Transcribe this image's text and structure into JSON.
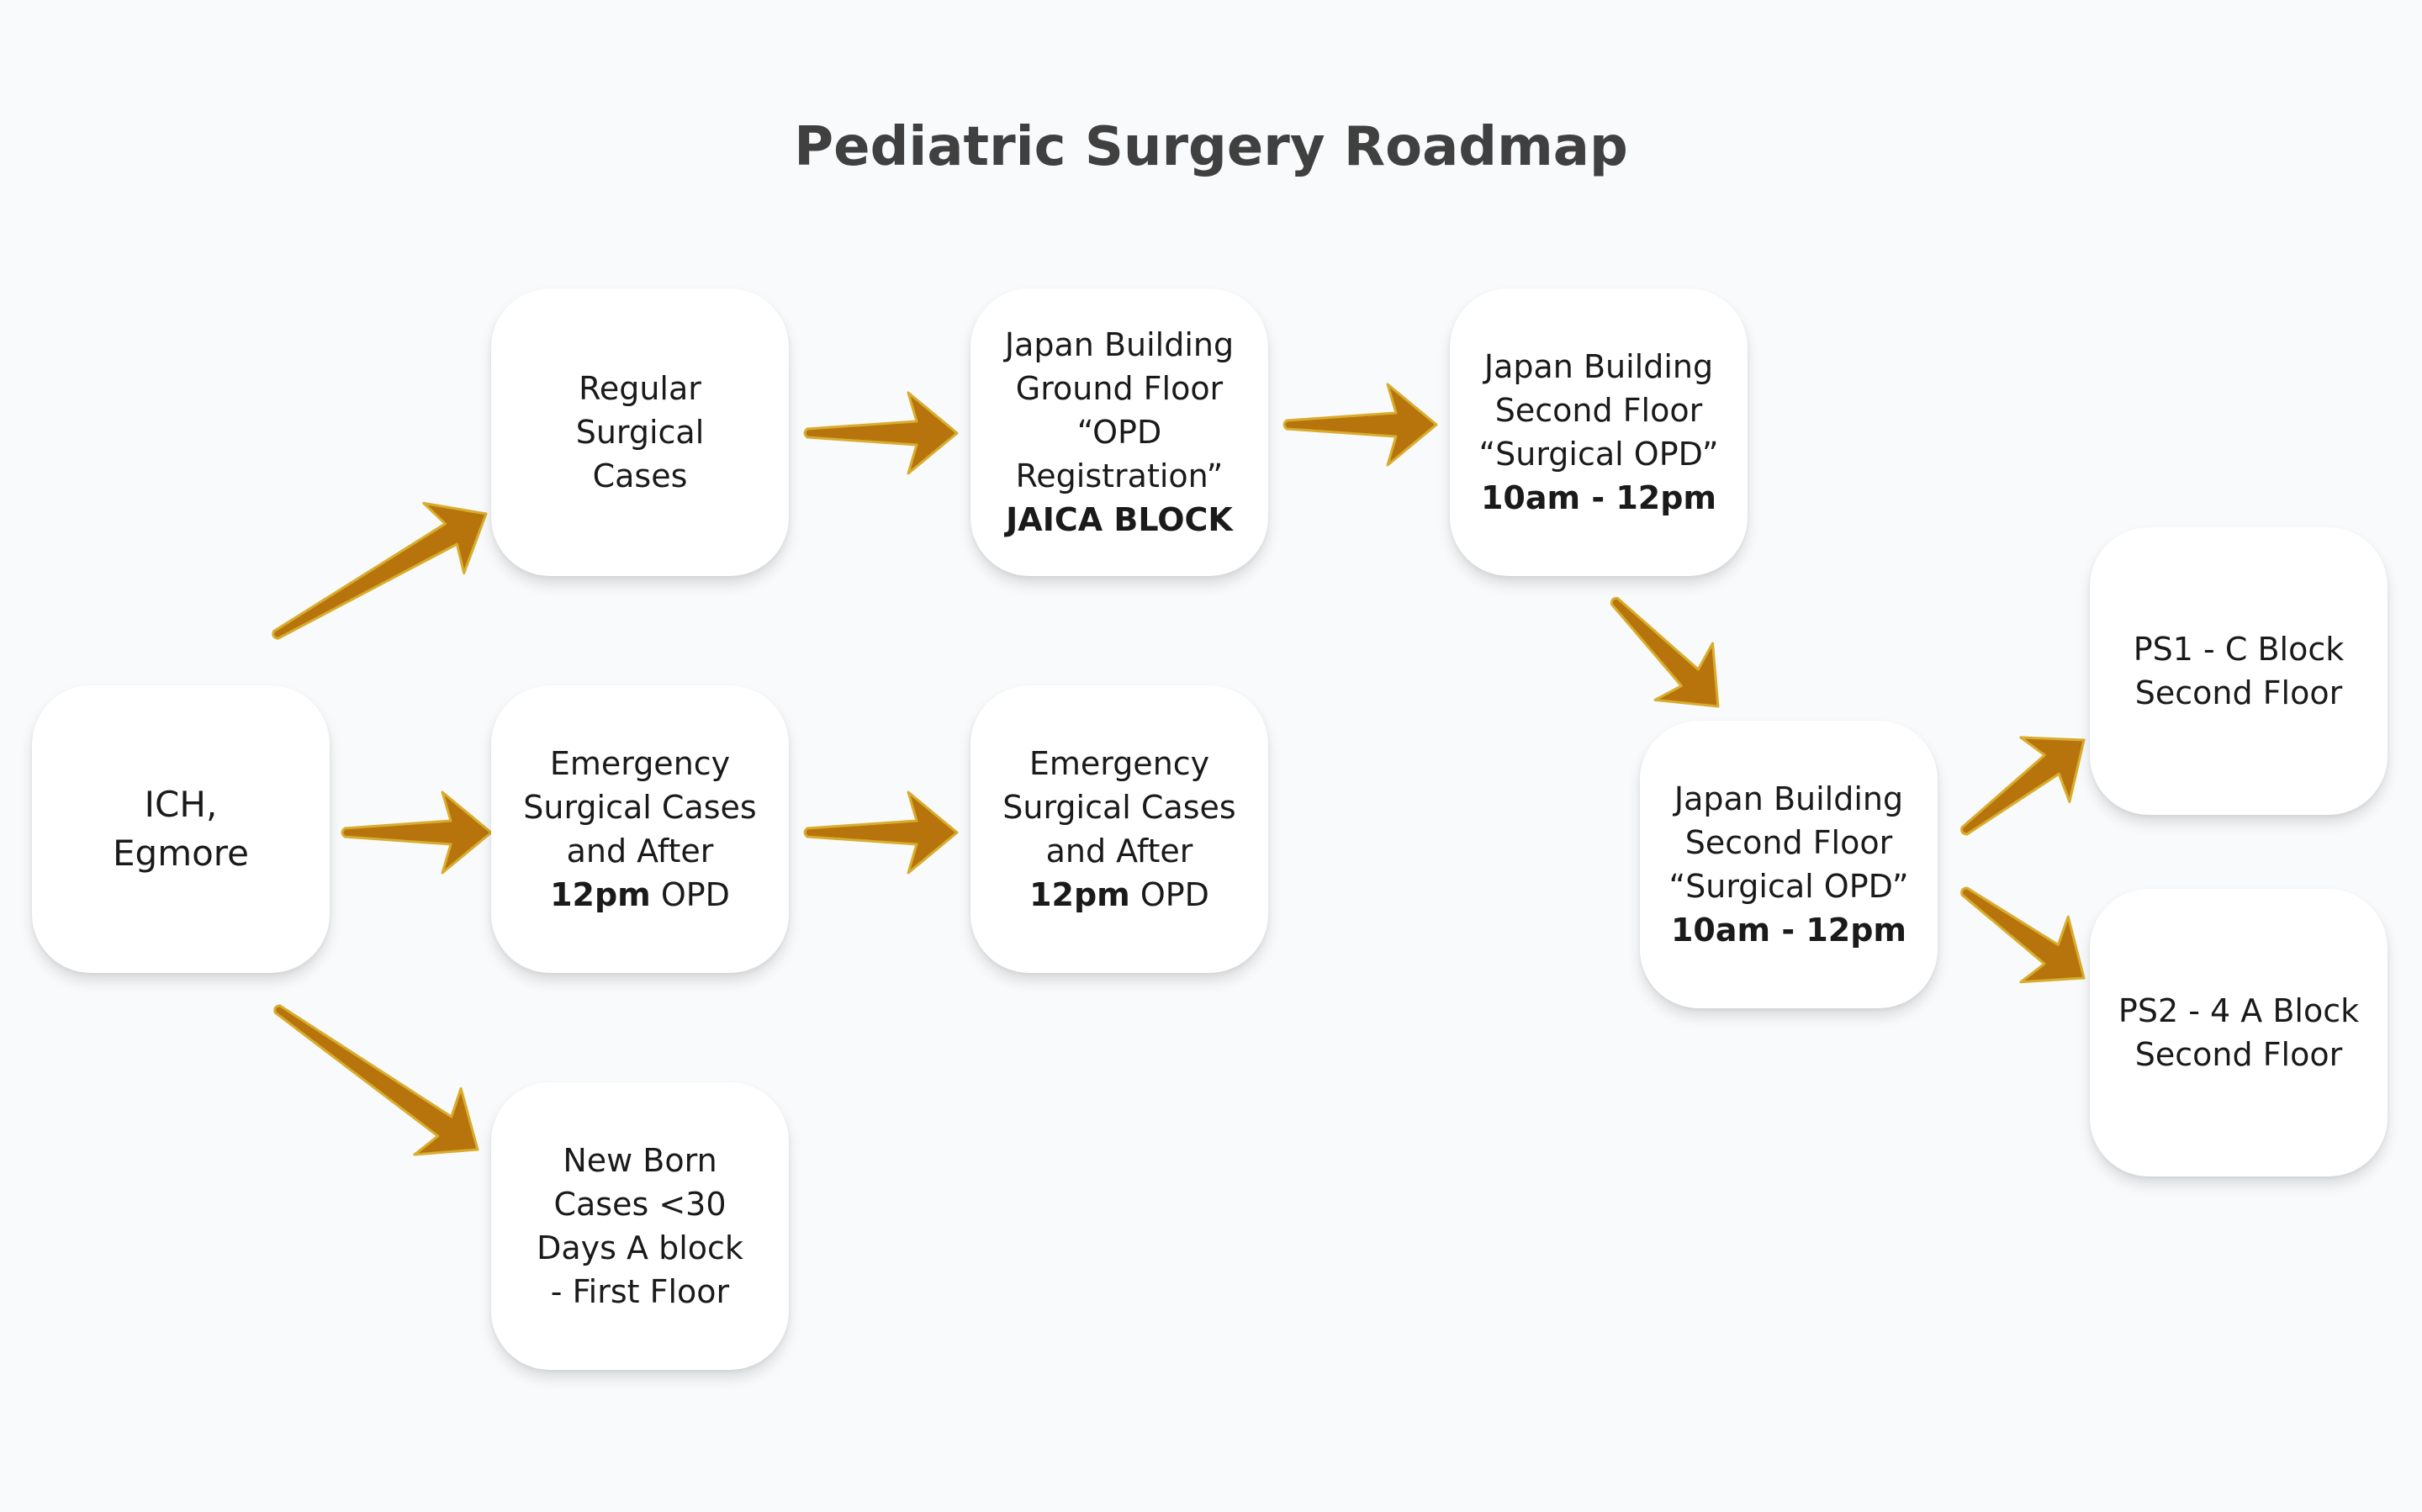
{
  "title": "Pediatric Surgery Roadmap",
  "colors": {
    "arrow": "#b8740c",
    "arrow_outline": "#d8ad2e",
    "background": "#f8fafc",
    "node": "#ffffff"
  },
  "nodes": {
    "ich": {
      "line1": "ICH,",
      "line2": "Egmore"
    },
    "regular": {
      "line1": "Regular",
      "line2": "Surgical",
      "line3": "Cases"
    },
    "opd_registration": {
      "line1": "Japan Building",
      "line2": "Ground Floor",
      "line3": "“OPD",
      "line4": "Registration”",
      "line5": "JAICA BLOCK"
    },
    "surgical_opd_1": {
      "line1": "Japan Building",
      "line2": "Second Floor",
      "line3": "“Surgical OPD”",
      "line4": "10am - 12pm"
    },
    "emergency_1": {
      "line1": "Emergency",
      "line2": "Surgical Cases",
      "line3": "and After",
      "line4_bold": "12pm",
      "line4_rest": " OPD"
    },
    "emergency_2": {
      "line1": "Emergency",
      "line2": "Surgical Cases",
      "line3": "and After",
      "line4_bold": "12pm",
      "line4_rest": " OPD"
    },
    "newborn": {
      "line1": "New Born",
      "line2": "Cases <30",
      "line3": "Days A block",
      "line4": "- First Floor"
    },
    "surgical_opd_2": {
      "line1": "Japan Building",
      "line2": "Second Floor",
      "line3": "“Surgical OPD”",
      "line4": "10am - 12pm"
    },
    "ps1": {
      "line1": "PS1 - C Block",
      "line2": "Second Floor"
    },
    "ps2": {
      "line1": "PS2 - 4 A Block",
      "line2": "Second Floor"
    }
  }
}
